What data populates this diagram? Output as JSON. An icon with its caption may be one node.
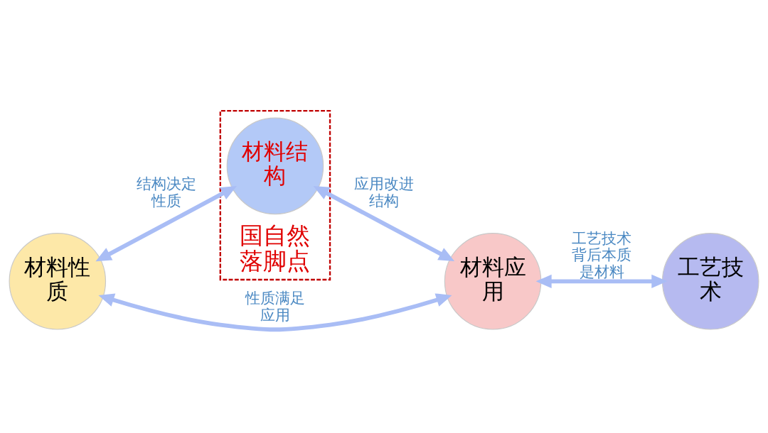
{
  "diagram": {
    "nodes": [
      {
        "text": [
          "国自然落脚点"
        ]
      },
      {
        "text": [
          "材料结构"
        ],
        "in": 0
      },
      {
        "text": [
          "材料性质"
        ]
      },
      {
        "text": [
          "材料应用"
        ]
      },
      {
        "text": [
          "工艺技术"
        ]
      }
    ],
    "edges": [
      {
        "from": 2,
        "to": 1,
        "arrow": "both",
        "label": "结构决定性质"
      },
      {
        "from": 1,
        "to": 3,
        "arrow": "both",
        "label": "应用改进结构"
      },
      {
        "from": 2,
        "to": 3,
        "arrow": "both",
        "label": "性质满足应用"
      },
      {
        "from": 3,
        "to": 4,
        "arrow": "both",
        "label": "工艺技术背后本质是材料"
      }
    ]
  }
}
